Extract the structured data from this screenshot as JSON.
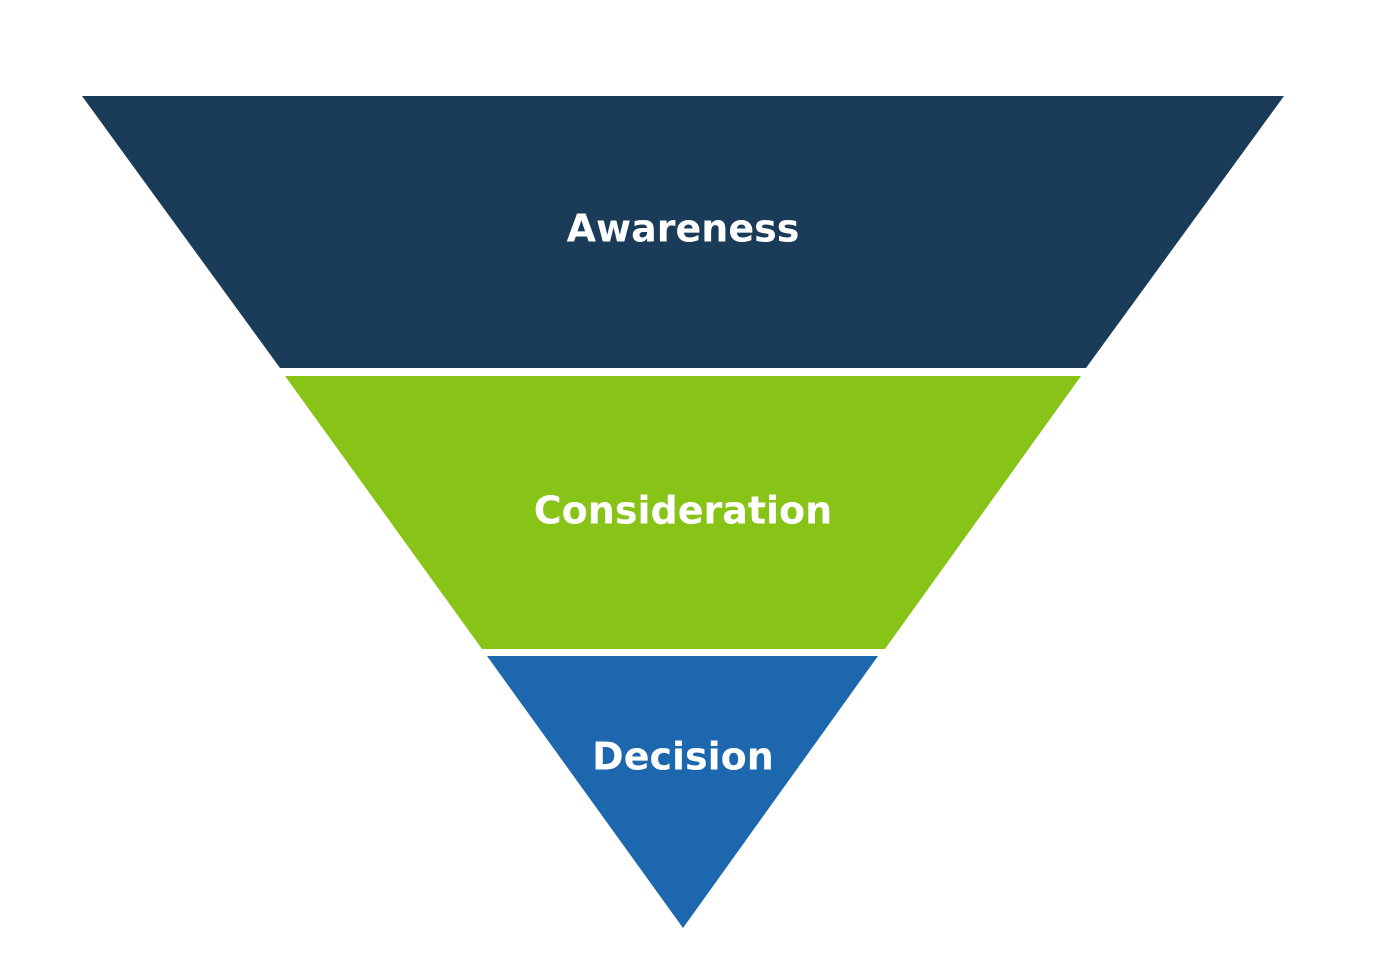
{
  "funnel": {
    "stages": [
      {
        "label": "Awareness",
        "color": "#1a3c59"
      },
      {
        "label": "Consideration",
        "color": "#88c418"
      },
      {
        "label": "Decision",
        "color": "#1c67ad"
      }
    ]
  }
}
